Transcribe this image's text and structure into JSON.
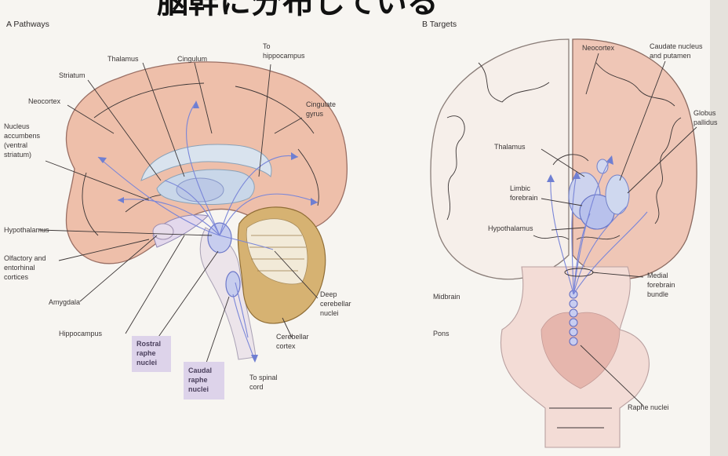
{
  "title": "脳幹に分布している",
  "panels": {
    "a": {
      "header": "A Pathways",
      "labels": [
        "Thalamus",
        "Cingulum",
        "To",
        "hippocampus",
        "Striatum",
        "Cingulate",
        "gyrus",
        "Neocortex",
        "Nucleus",
        "accumbens",
        "(ventral",
        "striatum)",
        "Hypothalamus",
        "Olfactory and",
        "entorhinal",
        "cortices",
        "Amygdala",
        "Hippocampus",
        "Deep",
        "cerebellar",
        "nuclei",
        "Cerebellar",
        "cortex",
        "To spinal",
        "cord"
      ],
      "rostral": [
        "Rostral",
        "raphe",
        "nuclei"
      ],
      "caudal": [
        "Caudal",
        "raphe",
        "nuclei"
      ]
    },
    "b": {
      "header": "B Targets",
      "labels": [
        "Neocortex",
        "Caudate nucleus",
        "and putamen",
        "Globus",
        "pallidus",
        "Thalamus",
        "Limbic",
        "forebrain",
        "Hypothalamus",
        "Medial",
        "forebrain",
        "bundle",
        "Midbrain",
        "Pons",
        "Raphe nuclei"
      ]
    }
  }
}
